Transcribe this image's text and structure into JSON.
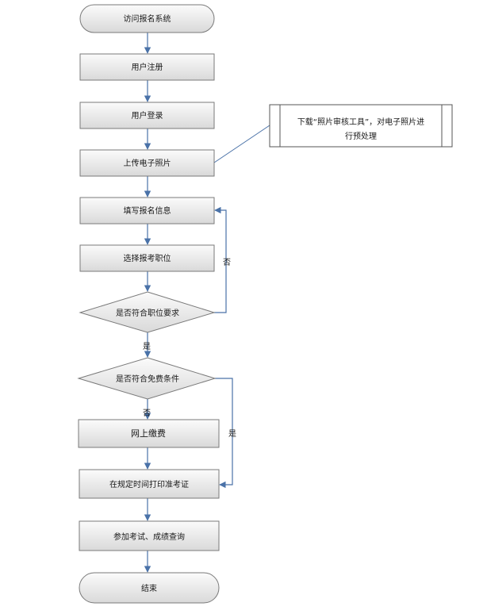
{
  "flowchart": {
    "start": "访问报名系统",
    "register": "用户注册",
    "login": "用户登录",
    "upload_photo": "上传电子照片",
    "fill_info": "填写报名信息",
    "select_position": "选择报考职位",
    "check_position": "是否符合职位要求",
    "check_fee_waiver": "是否符合免费条件",
    "pay_online": "网上缴费",
    "print_ticket": "在规定时间打印准考证",
    "exam_query": "参加考试、成绩查询",
    "end": "结束",
    "note_line1": "下载“照片审核工具”，对电子照片进",
    "note_line2": "行预处理",
    "label_no_position": "否",
    "label_yes_position": "是",
    "label_no_fee": "否",
    "label_yes_fee": "是"
  },
  "colors": {
    "arrow": "#4a72a8",
    "box_top": "#fbfbfb",
    "box_bottom": "#d9d9d9"
  }
}
